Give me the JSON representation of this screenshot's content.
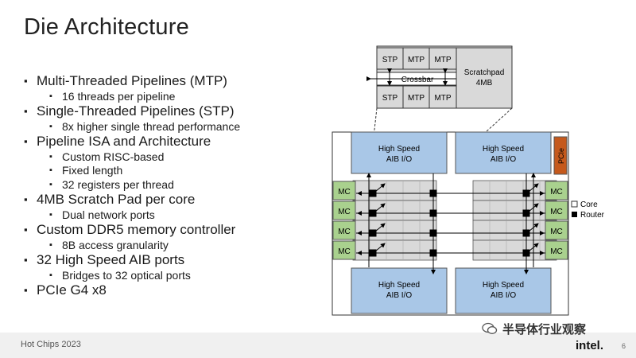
{
  "slide": {
    "title": "Die Architecture",
    "bullets": [
      {
        "text": "Multi-Threaded Pipelines (MTP)",
        "subs": [
          "16 threads per pipeline"
        ]
      },
      {
        "text": "Single-Threaded Pipelines (STP)",
        "subs": [
          "8x higher single thread performance"
        ]
      },
      {
        "text": "Pipeline ISA and Architecture",
        "subs": [
          "Custom RISC-based",
          "Fixed length",
          "32 registers per thread"
        ]
      },
      {
        "text": "4MB Scratch Pad per core",
        "subs": [
          "Dual network ports"
        ]
      },
      {
        "text": "Custom DDR5 memory controller",
        "subs": [
          "8B access granularity"
        ]
      },
      {
        "text": "32 High Speed AIB ports",
        "subs": [
          "Bridges to 32 optical ports"
        ]
      },
      {
        "text": "PCIe G4 x8",
        "subs": []
      }
    ],
    "footer": "Hot Chips 2023",
    "logo": "intel.",
    "page_number": "6",
    "watermark": "半导体行业观察"
  },
  "diagram": {
    "core_top_row": [
      "STP",
      "MTP",
      "MTP"
    ],
    "core_bottom_row": [
      "STP",
      "MTP",
      "MTP"
    ],
    "crossbar": "Crossbar",
    "scratchpad": [
      "Scratchpad",
      "4MB"
    ],
    "aib": [
      "High Speed",
      "AIB I/O"
    ],
    "pcie": "PCIe",
    "mc": "MC",
    "legend_core": "Core",
    "legend_router": "Router",
    "colors": {
      "aib": "#a9c7e7",
      "mc": "#a9d18e",
      "pcie": "#c5591c",
      "core": "#d9d9d9",
      "router": "#000000"
    }
  }
}
